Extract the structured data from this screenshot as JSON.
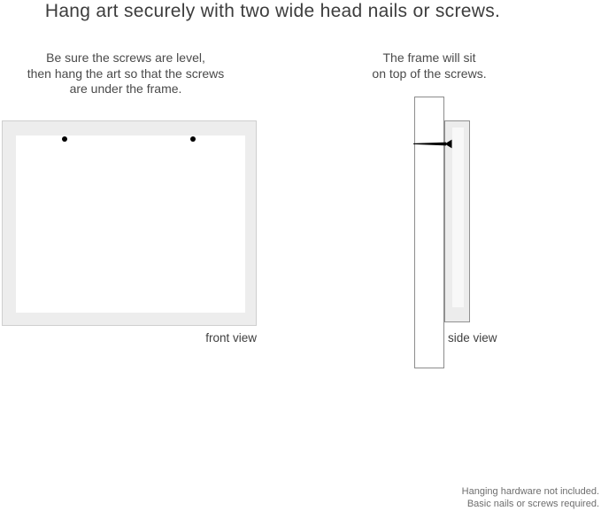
{
  "title": "Hang art securely with two wide head nails or screws.",
  "front": {
    "instruction_lines": [
      "Be sure the screws are level,",
      "then hang the art so that the screws",
      "are under the frame."
    ],
    "label": "front view",
    "screw_count": 2
  },
  "side": {
    "instruction_lines": [
      "The frame will sit",
      "on top of the screws."
    ],
    "label": "side view"
  },
  "footer": {
    "note_lines": [
      "Hanging hardware not included.",
      "Basic nails or screws required."
    ]
  },
  "icons": {
    "front_screws": "screw-head-dot",
    "side_nail": "nail-side-profile"
  },
  "colors": {
    "background": "#ffffff",
    "text_title": "#3d3d3d",
    "text_instruction": "#4a4a4a",
    "text_label": "#3f3f3f",
    "text_note": "#6e6e6e",
    "frame_fill": "#ededed",
    "frame_border_front": "#cfcfcf",
    "side_outline": "#8c8c8c",
    "side_frame_fill": "#ececec",
    "side_frame_inner": "#f8f8f8",
    "nail": "#000000"
  }
}
